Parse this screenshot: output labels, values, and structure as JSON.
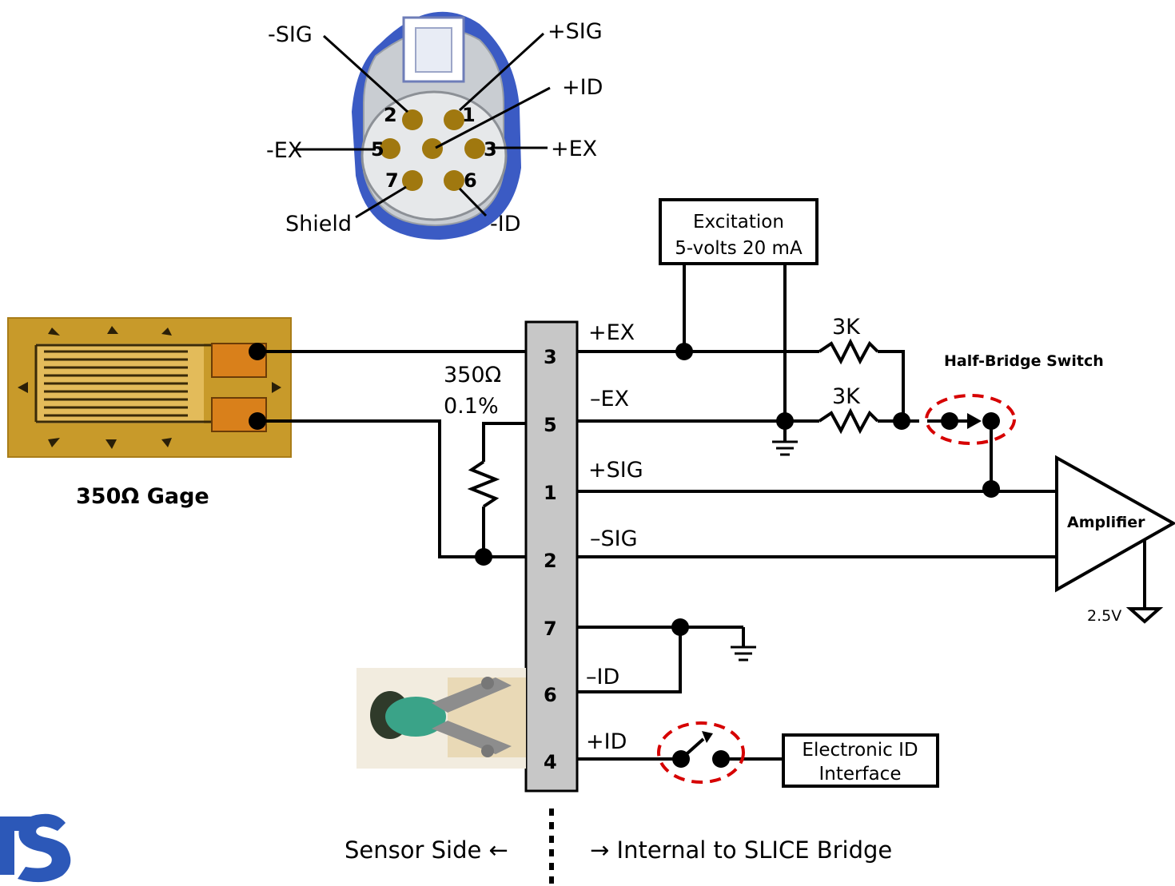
{
  "connector": {
    "labels": {
      "minus_sig": "-SIG",
      "plus_sig": "+SIG",
      "plus_id": "+ID",
      "minus_ex": "-EX",
      "plus_ex": "+EX",
      "shield": "Shield",
      "minus_id": "-ID"
    },
    "pin_numbers": [
      "1",
      "2",
      "3",
      "5",
      "6",
      "7"
    ]
  },
  "gage": {
    "label": "350Ω Gage"
  },
  "resistor": {
    "value": "350Ω",
    "tolerance": "0.1%"
  },
  "terminal_block": {
    "pins": [
      "3",
      "5",
      "1",
      "2",
      "7",
      "6",
      "4"
    ]
  },
  "wire_labels": {
    "plus_ex": "+EX",
    "minus_ex": "–EX",
    "plus_sig": "+SIG",
    "minus_sig": "–SIG",
    "minus_id": "–ID",
    "plus_id": "+ID"
  },
  "excitation": {
    "line1": "Excitation",
    "line2": "5-volts 20 mA"
  },
  "bridge_resistors": {
    "top": "3K",
    "bottom": "3K"
  },
  "half_bridge_switch": {
    "label": "Half-Bridge Switch"
  },
  "amplifier": {
    "label": "Amplifier",
    "reference": "2.5V"
  },
  "electronic_id": {
    "line1": "Electronic ID",
    "line2": "Interface"
  },
  "footer": {
    "sensor_side": "Sensor Side ←",
    "internal_side": "→ Internal to SLICE Bridge"
  },
  "colors": {
    "connector_blue": "#3b5bc4",
    "connector_gray": "#c9cdd2",
    "pin_gold": "#a0780f",
    "gage_gold": "#c89a2a",
    "pad_orange": "#d9801b",
    "terminal_gray": "#c7c7c7",
    "switch_ring_red": "#d60000",
    "logo_blue": "#2c58b8"
  }
}
